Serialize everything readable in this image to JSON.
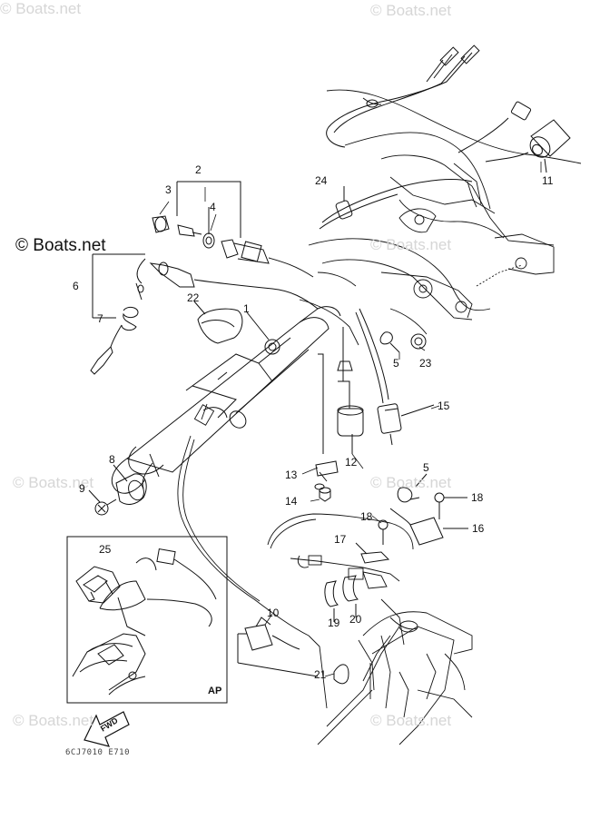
{
  "watermarks": {
    "top_left": "© Boats.net",
    "top_center": "© Boats.net",
    "main": "© Boats.net",
    "mid_right": "© Boats.net",
    "lower_left": "© Boats.net",
    "lower_right": "© Boats.net",
    "bottom_left": "© Boats.net",
    "bottom_right": "© Boats.net"
  },
  "inset": {
    "tag": "AP"
  },
  "direction": {
    "label": "FWD"
  },
  "drawing_code": "6CJ7010 E710",
  "callouts": {
    "c1": "1",
    "c2": "2",
    "c3": "3",
    "c4": "4",
    "c5a": "5",
    "c5b": "5",
    "c6": "6",
    "c7": "7",
    "c8": "8",
    "c9": "9",
    "c10": "10",
    "c11": "11",
    "c12": "12",
    "c13": "13",
    "c14": "14",
    "c15": "15",
    "c16": "16",
    "c17": "17",
    "c18a": "18",
    "c18b": "18",
    "c19": "19",
    "c20": "20",
    "c21": "21",
    "c22": "22",
    "c23": "23",
    "c24": "24",
    "c25": "25"
  },
  "colors": {
    "line": "#111111",
    "watermark": "#d6d6d6"
  }
}
